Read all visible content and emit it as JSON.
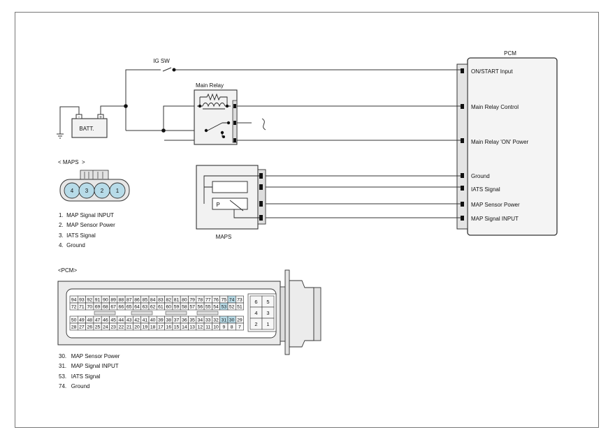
{
  "pcm_label": "PCM",
  "pcm_pins": [
    "ON/START Input",
    "Main Relay Control",
    "Main Relay 'ON' Power",
    "Ground",
    "IATS Signal",
    "MAP Sensor Power",
    "MAP Signal INPUT"
  ],
  "ig_sw_label": "IG SW",
  "main_relay_label": "Main Relay",
  "batt_label": "BATT.",
  "batt_minus": "-",
  "batt_plus": "+",
  "maps_sensor_label": "MAPS",
  "maps_p_label": "P",
  "maps_connector_title": "< MAPS  >",
  "maps_pins": [
    "4",
    "3",
    "2",
    "1"
  ],
  "maps_legend": [
    "1.  MAP Signal INPUT",
    "2.  MAP Sensor Power",
    "3.  IATS Signal",
    "4.  Ground"
  ],
  "pcm_connector_title": "<PCM>",
  "pcm_row1": [
    "94",
    "93",
    "92",
    "91",
    "90",
    "89",
    "88",
    "87",
    "86",
    "85",
    "84",
    "83",
    "82",
    "81",
    "80",
    "79",
    "78",
    "77",
    "76",
    "75",
    "74",
    "73"
  ],
  "pcm_row2": [
    "72",
    "71",
    "70",
    "69",
    "68",
    "67",
    "66",
    "65",
    "64",
    "63",
    "62",
    "61",
    "60",
    "59",
    "58",
    "57",
    "56",
    "55",
    "54",
    "53",
    "52",
    "51"
  ],
  "pcm_row3": [
    "50",
    "49",
    "48",
    "47",
    "46",
    "45",
    "44",
    "43",
    "42",
    "41",
    "40",
    "39",
    "38",
    "37",
    "36",
    "35",
    "34",
    "33",
    "32",
    "31",
    "30",
    "29"
  ],
  "pcm_row4": [
    "28",
    "27",
    "26",
    "25",
    "24",
    "23",
    "22",
    "21",
    "20",
    "19",
    "18",
    "17",
    "16",
    "15",
    "14",
    "13",
    "12",
    "11",
    "10",
    "9",
    "8",
    "7"
  ],
  "pcm_highlight": [
    "74",
    "53",
    "31",
    "30"
  ],
  "pcm_small": [
    [
      "6",
      "5"
    ],
    [
      "4",
      "3"
    ],
    [
      "2",
      "1"
    ]
  ],
  "pcm_legend": [
    "30.   MAP Sensor Power",
    "31.   MAP Signal INPUT",
    "53.   IATS Signal",
    "74.   Ground"
  ],
  "colors": {
    "line": "#333333",
    "highlight": "#b9dce8",
    "maps_pin_fill": "#b7dbe8",
    "box_fill": "#f4f4f4",
    "connector_fill": "#d8d8d8"
  }
}
